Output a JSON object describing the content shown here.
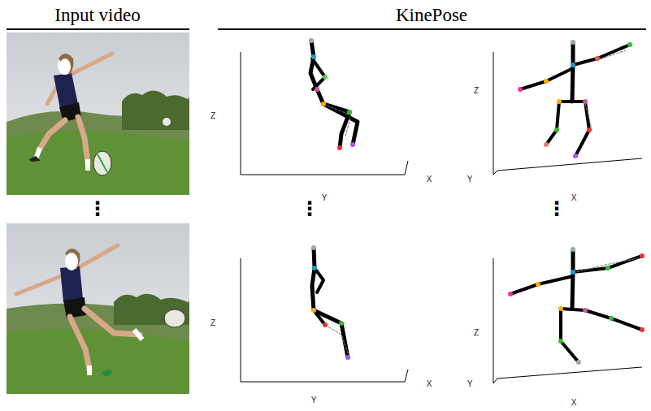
{
  "diagram": {
    "labels": [
      "Input video",
      "KinePose",
      "Z",
      "Y",
      "X",
      "Z",
      "Y",
      "X",
      "⋮",
      "⋮",
      "⋮",
      "Z",
      "X",
      "Y",
      "Z",
      "Y",
      "X"
    ]
  }
}
